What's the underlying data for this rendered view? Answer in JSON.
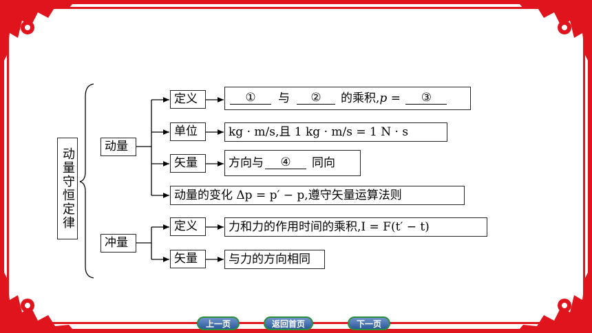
{
  "title": "动量守恒定律",
  "momentum": {
    "label": "动量",
    "definition": {
      "label": "定义",
      "blank1": "①",
      "connector": "与",
      "blank2": "②",
      "suffix": "的乘积,",
      "p": "p",
      "eq": " = ",
      "blank3": "③"
    },
    "unit": {
      "label": "单位",
      "text": "kg · m/s,且 1 kg · m/s = 1 N · s"
    },
    "vector": {
      "label": "矢量",
      "prefix": "方向与",
      "blank": "④",
      "suffix": "同向"
    },
    "change": {
      "text": "动量的变化 Δp = p′ − p,遵守矢量运算法则"
    }
  },
  "impulse": {
    "label": "冲量",
    "definition": {
      "label": "定义",
      "text": "力和力的作用时间的乘积,I = F(t′ − t)"
    },
    "vector": {
      "label": "矢量",
      "text": "与力的方向相同"
    }
  },
  "nav": {
    "prev": "上一页",
    "home": "返回首页",
    "next": "下一页"
  },
  "colors": {
    "frame": "#e0141c",
    "nav_fill": "#3b66a8",
    "nav_border": "#2b8f3a"
  }
}
